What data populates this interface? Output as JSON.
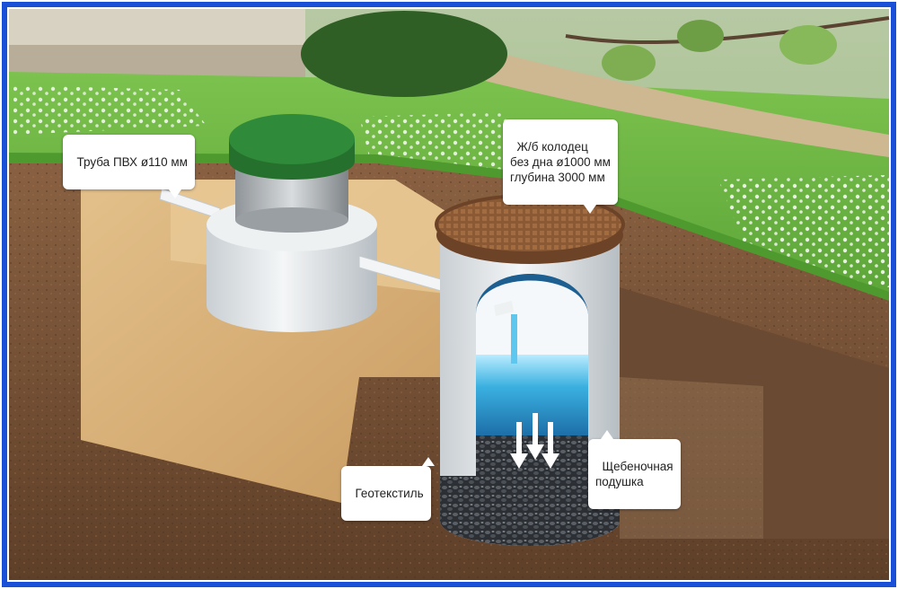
{
  "colors": {
    "border": "#1a4fd8",
    "grass": "#5fae3a",
    "soil": "#7a5236",
    "sand": "#d6b07a",
    "concrete": "#e4e8ea",
    "lid_green": "#2f8a3a",
    "hatch_brown": "#8b5a35",
    "water": "#3ab0e0",
    "gravel": "#3b3f44"
  },
  "labels": {
    "pipe": "Труба ПВХ ø110 мм",
    "well": "Ж/б колодец\nбез дна ø1000 мм\nглубина 3000 мм",
    "geotextile": "Геотекстиль",
    "cushion": "Щебеночная\nподушка"
  }
}
